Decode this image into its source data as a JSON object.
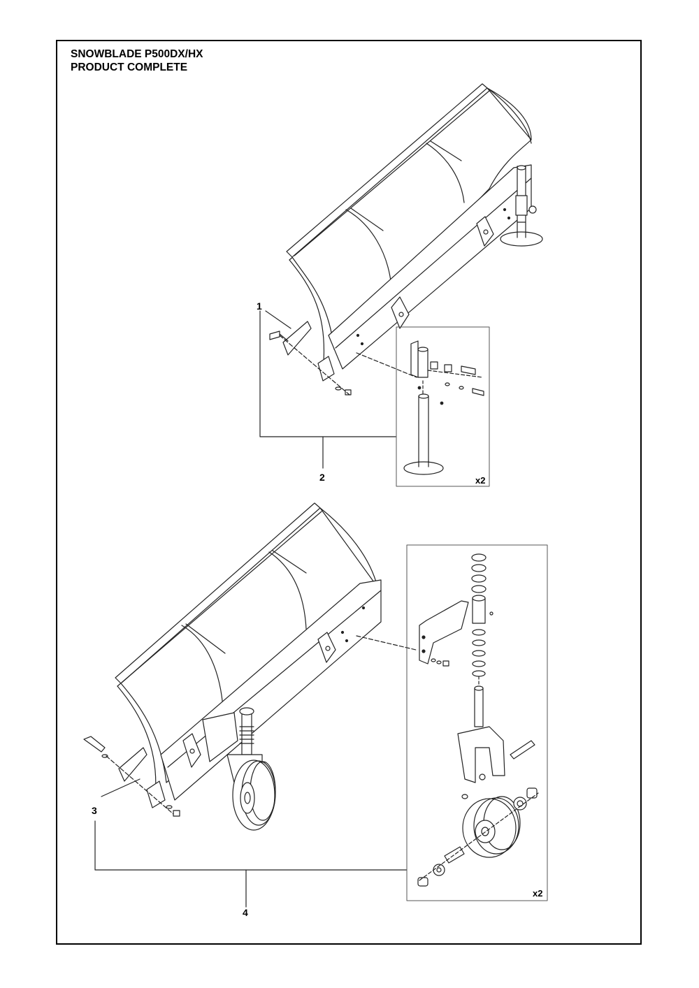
{
  "header": {
    "title_line1": "SNOWBLADE P500DX/HX",
    "title_line2": "PRODUCT COMPLETE"
  },
  "callouts": {
    "c1": "1",
    "c2": "2",
    "c3": "3",
    "c4": "4"
  },
  "detail_boxes": {
    "upper_multiplier": "x2",
    "lower_multiplier": "x2"
  }
}
